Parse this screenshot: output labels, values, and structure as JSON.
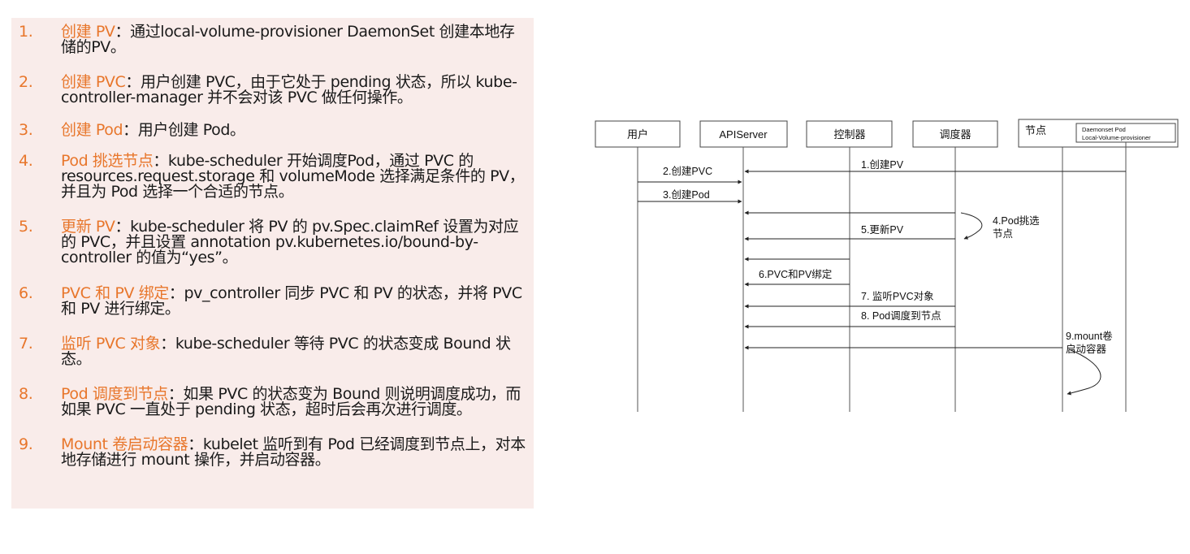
{
  "steps": [
    {
      "num": "1.",
      "title": "创建 PV",
      "sep": "：",
      "text": "通过local-volume-provisioner DaemonSet 创建本地存储的PV。"
    },
    {
      "num": "2.",
      "title": "创建 PVC",
      "sep": "：",
      "text": "用户创建 PVC，由于它处于 pending 状态，所以 kube-controller-manager 并不会对该 PVC 做任何操作。"
    },
    {
      "num": "3.",
      "title": "创建 Pod",
      "sep": "：",
      "text": "用户创建 Pod。"
    },
    {
      "num": "4.",
      "title": "Pod 挑选节点",
      "sep": "：",
      "text": "kube-scheduler 开始调度Pod，通过 PVC 的 resources.request.storage 和 volumeMode 选择满足条件的 PV，并且为 Pod 选择一个合适的节点。"
    },
    {
      "num": "5.",
      "title": "更新 PV",
      "sep": "：",
      "text": "kube-scheduler 将 PV 的 pv.Spec.claimRef 设置为对应的 PVC，并且设置 annotation pv.kubernetes.io/bound-by-controller 的值为“yes”。"
    },
    {
      "num": "6.",
      "title": "PVC 和 PV 绑定",
      "sep": "：",
      "text": "pv_controller 同步 PVC 和 PV 的状态，并将 PVC 和 PV 进行绑定。"
    },
    {
      "num": "7.",
      "title": "监听 PVC 对象",
      "sep": "：",
      "text": "kube-scheduler 等待 PVC 的状态变成 Bound 状态。"
    },
    {
      "num": "8.",
      "title": "Pod 调度到节点",
      "sep": "：",
      "text": "如果 PVC 的状态变为 Bound 则说明调度成功，而如果 PVC 一直处于 pending 状态，超时后会再次进行调度。"
    },
    {
      "num": "9.",
      "title": "Mount 卷启动容器",
      "sep": "：",
      "text": "kubelet 监听到有 Pod 已经调度到节点上，对本地存储进行 mount 操作，并启动容器。"
    }
  ],
  "diagram": {
    "participants": {
      "user": "用户",
      "apiserver": "APIServer",
      "controller": "控制器",
      "scheduler": "调度器",
      "node": "节点",
      "daemon_line1": "Daemonset Pod",
      "daemon_line2": "Local-Volume-provisioner"
    },
    "messages": {
      "m1": "1.创建PV",
      "m2": "2.创建PVC",
      "m3": "3.创建Pod",
      "m4_line1": "4.Pod挑选",
      "m4_line2": "节点",
      "m5": "5.更新PV",
      "m6": "6.PVC和PV绑定",
      "m7": "7. 监听PVC对象",
      "m8": "8. Pod调度到节点",
      "m9_line1": "9.mount卷",
      "m9_line2": "启动容器"
    }
  }
}
